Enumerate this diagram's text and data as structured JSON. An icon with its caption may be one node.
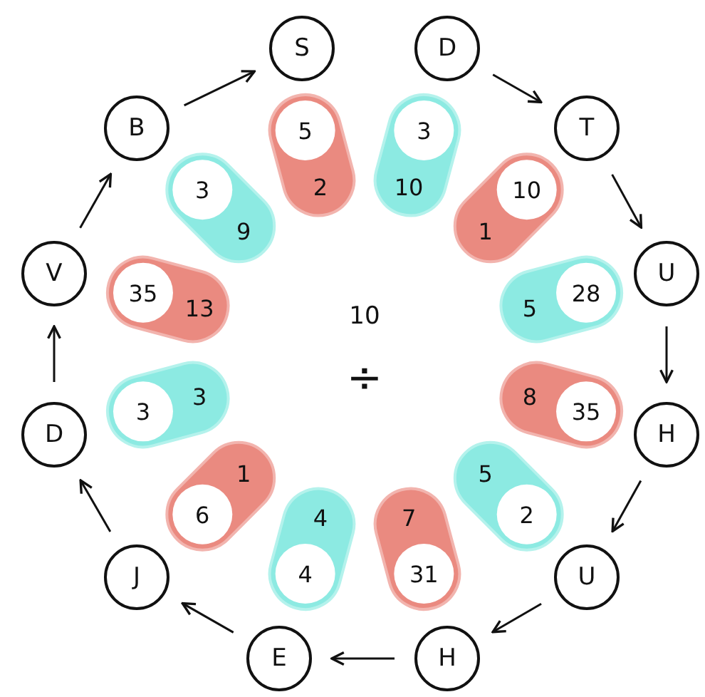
{
  "diagram": {
    "nodes": [
      {
        "text": [
          "S"
        ]
      },
      {
        "text": [
          "D"
        ]
      },
      {
        "text": [
          "T"
        ]
      },
      {
        "text": [
          "U"
        ]
      },
      {
        "text": [
          "H"
        ]
      },
      {
        "text": [
          "U"
        ]
      },
      {
        "text": [
          "H"
        ]
      },
      {
        "text": [
          "E"
        ]
      },
      {
        "text": [
          "J"
        ]
      },
      {
        "text": [
          "D"
        ]
      },
      {
        "text": [
          "V"
        ]
      },
      {
        "text": [
          "B"
        ]
      },
      {
        "text": [
          "2"
        ]
      },
      {
        "text": [
          "5"
        ],
        "in": 12
      },
      {
        "text": [
          "10"
        ]
      },
      {
        "text": [
          "3"
        ],
        "in": 14
      },
      {
        "text": [
          "1"
        ]
      },
      {
        "text": [
          "10"
        ],
        "in": 16
      },
      {
        "text": [
          "5"
        ]
      },
      {
        "text": [
          "28"
        ],
        "in": 18
      },
      {
        "text": [
          "8"
        ]
      },
      {
        "text": [
          "35"
        ],
        "in": 20
      },
      {
        "text": [
          "5"
        ]
      },
      {
        "text": [
          "2"
        ],
        "in": 22
      },
      {
        "text": [
          "7"
        ]
      },
      {
        "text": [
          "31"
        ],
        "in": 24
      },
      {
        "text": [
          "4"
        ]
      },
      {
        "text": [
          "4"
        ],
        "in": 26
      },
      {
        "text": [
          "1"
        ]
      },
      {
        "text": [
          "6"
        ],
        "in": 28
      },
      {
        "text": [
          "3"
        ]
      },
      {
        "text": [
          "3"
        ],
        "in": 30
      },
      {
        "text": [
          "13"
        ]
      },
      {
        "text": [
          "35"
        ],
        "in": 32
      },
      {
        "text": [
          "9"
        ]
      },
      {
        "text": [
          "3"
        ],
        "in": 34
      }
    ],
    "edges": [
      {
        "from": 1,
        "to": 2,
        "arrow": "to"
      },
      {
        "from": 2,
        "to": 3,
        "arrow": "to"
      },
      {
        "from": 3,
        "to": 4,
        "arrow": "to"
      },
      {
        "from": 4,
        "to": 5,
        "arrow": "to"
      },
      {
        "from": 5,
        "to": 6,
        "arrow": "to"
      },
      {
        "from": 6,
        "to": 7,
        "arrow": "to"
      },
      {
        "from": 7,
        "to": 8,
        "arrow": "to"
      },
      {
        "from": 8,
        "to": 9,
        "arrow": "to"
      },
      {
        "from": 9,
        "to": 10,
        "arrow": "to"
      },
      {
        "from": 10,
        "to": 11,
        "arrow": "to"
      },
      {
        "from": 11,
        "to": 0,
        "arrow": "to"
      }
    ],
    "labels": [
      "10",
      "÷"
    ]
  }
}
